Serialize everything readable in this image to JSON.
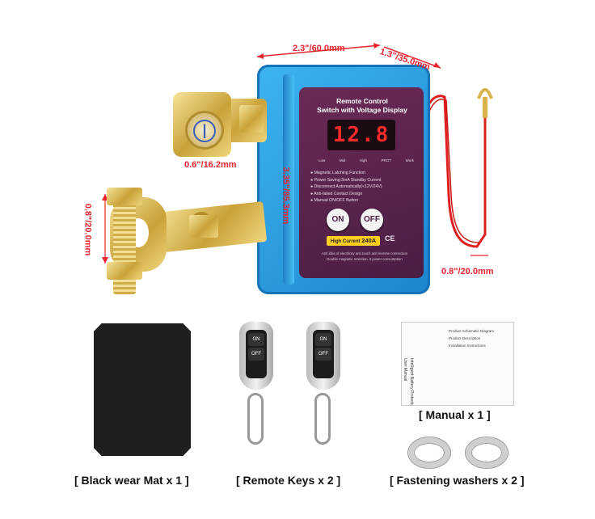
{
  "device": {
    "title_line1": "Remote Control",
    "title_line2": "Switch with Voltage Display",
    "voltage": "12.8",
    "modes": [
      "Low",
      "Mid",
      "High",
      "PROT",
      "Work"
    ],
    "features": [
      "Magnetic Latching Function",
      "Power Saving:3mA Standby Current",
      "Disconnect Automatically(<12V/24V)",
      "Anti-failed Contact Design",
      "Manual ON/OFF Button"
    ],
    "on_label": "ON",
    "off_label": "OFF",
    "current_prefix": "High Current",
    "current_value": "240A",
    "ce_mark": "CE",
    "footer_line1": "Anti idea of electricity anti touch anti reverse connection",
    "footer_line2": "Double magnetic retention, 0 power consumption"
  },
  "dimensions": {
    "width": "2.3\"/60.0mm",
    "depth": "1.3\"/35.0mm",
    "height": "3.35\"/85.3mm",
    "terminal_diameter": "0.6\"/16.2mm",
    "clamp_height": "0.8\"/20.0mm",
    "wire_width": "0.8\"/20.0mm"
  },
  "accessories": {
    "remote_on": "ON",
    "remote_off": "OFF",
    "manual_texts": [
      "Intelligent Battery Protector for Cars",
      "User Manual",
      "Product Schematic Diagram",
      "Product Description",
      "Installation Instructions"
    ]
  },
  "captions": {
    "mat": "[ Black wear Mat x 1 ]",
    "remotes": "[ Remote Keys x 2 ]",
    "manual": "[ Manual x 1 ]",
    "washers": "[ Fastening washers x 2 ]"
  },
  "colors": {
    "device_blue": "#2a9fe3",
    "panel_purple": "#5a2350",
    "dimension_red": "#e8242e",
    "brass": "#d4b04a",
    "wire_red": "#e02020"
  }
}
